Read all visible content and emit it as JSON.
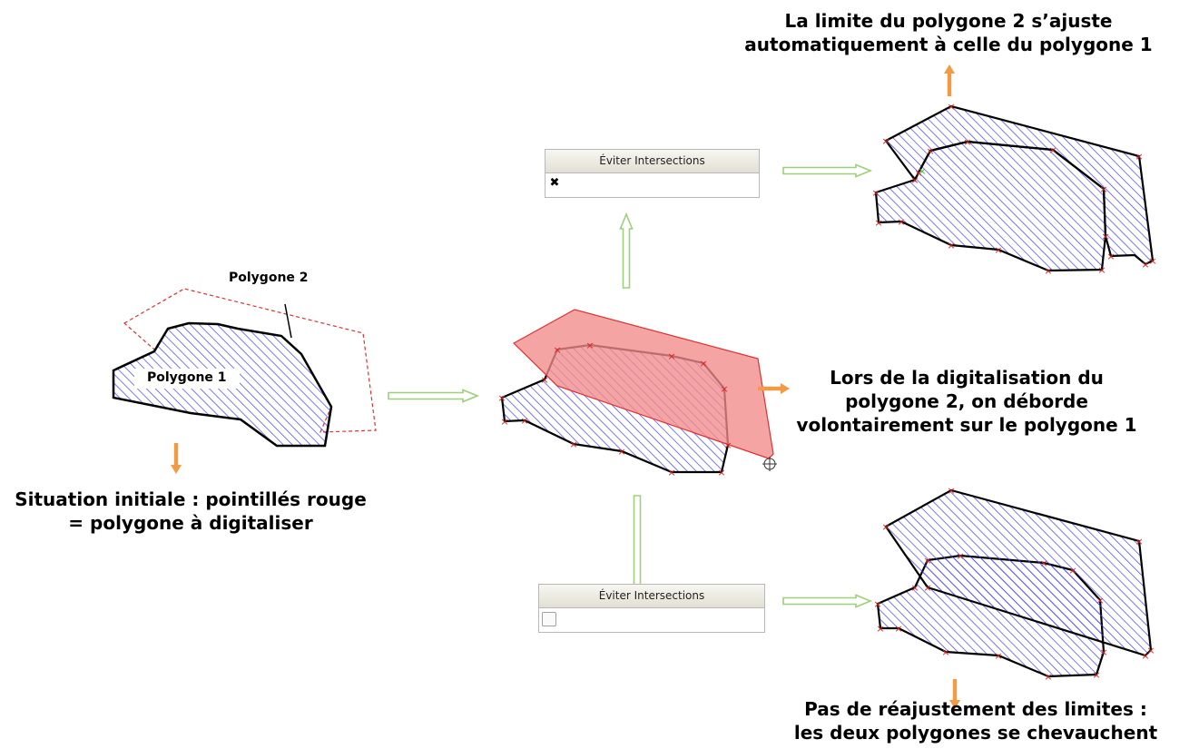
{
  "captions": {
    "top": [
      "La limite du polygone 2 s’ajuste",
      "automatiquement à celle du polygone 1"
    ],
    "middle": [
      "Lors de la digitalisation du",
      "polygone 2, on déborde",
      "volontairement sur le polygone 1"
    ],
    "left": [
      "Situation initiale : pointillés rouge",
      "= polygone à digitaliser"
    ],
    "bottom": [
      "Pas de réajustement des limites :",
      "les deux polygones se chevauchent"
    ]
  },
  "labels": {
    "polygone1": "Polygone 1",
    "polygone2": "Polygone 2"
  },
  "panels": {
    "checked": {
      "title": "Éviter Intersections",
      "state": "checked",
      "mark": "✖"
    },
    "unchecked": {
      "title": "Éviter Intersections",
      "state": "unchecked",
      "mark": ""
    }
  },
  "colors": {
    "hatch": "#4040ff",
    "outline": "#000000",
    "vertex": "#e02020",
    "draw_fill": "#f28b8b",
    "draw_edge": "#e03030",
    "dashed": "#e03030",
    "arrow_green": "#9ed07a",
    "arrow_orange": "#f39a45",
    "snap_point": "#30c030"
  }
}
